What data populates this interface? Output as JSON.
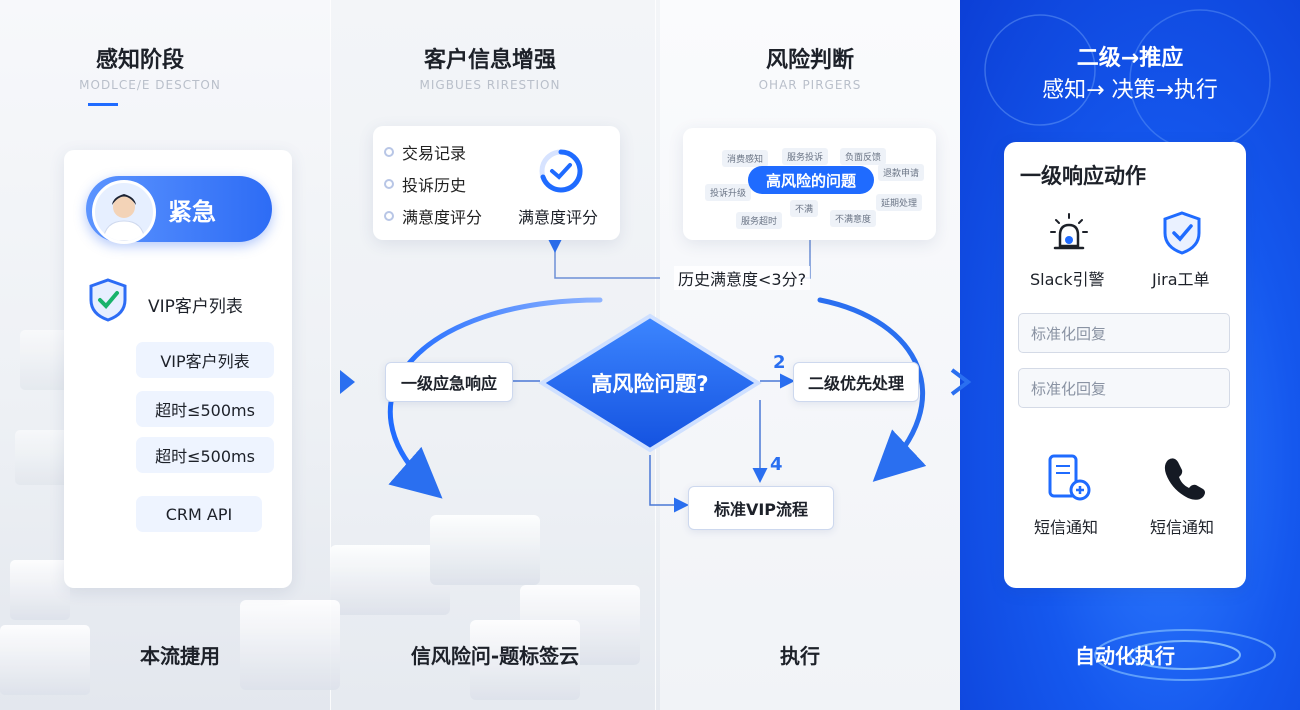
{
  "columns": [
    {
      "title": "感知阶段",
      "subtitle": "MODLCE/E DESCTON",
      "footer": "本流捷用"
    },
    {
      "title": "客户信息增强",
      "subtitle": "MIGBUES RIRESTION",
      "footer": "信风险问-题标签云"
    },
    {
      "title": "风险判断",
      "subtitle": "OHAR PIRGERS",
      "footer": "执行"
    },
    {
      "title": "二级→推应",
      "title2": "感知→ 决策→执行",
      "footer": "自动化执行"
    }
  ],
  "perception": {
    "badge": "紧急",
    "vip_label": "VIP客户列表",
    "tree": [
      "VIP客户列表",
      "超时≤500ms",
      "超时≤500ms",
      "CRM API"
    ]
  },
  "enrich": {
    "items": [
      "交易记录",
      "投诉历史",
      "满意度评分"
    ],
    "gauge_label": "满意度评分"
  },
  "risk": {
    "cloud_center": "高风险的问题",
    "cloud_tags": [
      "消费感知",
      "服务投诉",
      "负面反馈",
      "投诉升级",
      "退款申请",
      "不满",
      "不满意度",
      "延期处理",
      "服务超时"
    ]
  },
  "flow": {
    "question": "历史满意度<3分?",
    "left": "一级应急响应",
    "diamond": "高风险问题?",
    "right": "二级优先处理",
    "bottom": "标准VIP流程",
    "num_right": "2",
    "num_bottom": "4"
  },
  "actions": {
    "title": "一级响应动作",
    "slack": "Slack引警",
    "jira": "Jira工单",
    "field1": "标准化回复",
    "field2": "标准化回复",
    "sms1": "短信通知",
    "sms2": "短信通知"
  },
  "colors": {
    "accent": "#1f6bff",
    "deep": "#0c3fd6",
    "text": "#1d2129"
  }
}
